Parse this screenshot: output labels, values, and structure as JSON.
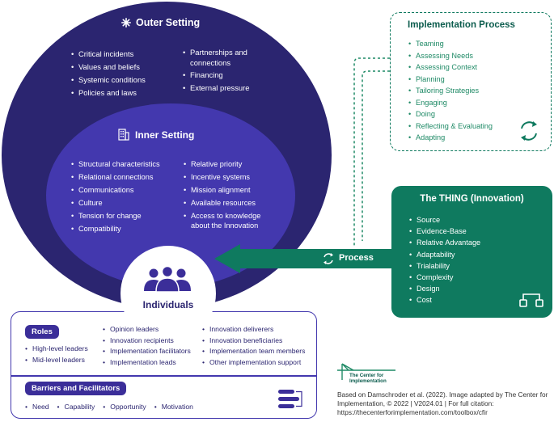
{
  "outer_setting": {
    "title": "Outer Setting",
    "col1": [
      "Critical incidents",
      "Values and beliefs",
      "Systemic conditions",
      "Policies and laws"
    ],
    "col2": [
      "Partnerships and connections",
      "Financing",
      "External pressure"
    ]
  },
  "inner_setting": {
    "title": "Inner Setting",
    "col1": [
      "Structural characteristics",
      "Relational connections",
      "Communications",
      "Culture",
      "Tension for change",
      "Compatibility"
    ],
    "col2": [
      "Relative priority",
      "Incentive systems",
      "Mission alignment",
      "Available resources",
      "Access to knowledge about the Innovation"
    ]
  },
  "individuals": {
    "title": "Individuals",
    "roles_label": "Roles",
    "roles_col1": [
      "High-level leaders",
      "Mid-level leaders"
    ],
    "roles_col2": [
      "Opinion leaders",
      "Innovation recipients",
      "Implementation facilitators",
      "Implementation leads"
    ],
    "roles_col3": [
      "Innovation deliverers",
      "Innovation beneficiaries",
      "Implementation team members",
      "Other implementation support"
    ],
    "barriers_label": "Barriers and Facilitators",
    "barriers": [
      "Need",
      "Capability",
      "Opportunity",
      "Motivation"
    ]
  },
  "implementation_process": {
    "title": "Implementation Process",
    "items": [
      "Teaming",
      "Assessing Needs",
      "Assessing Context",
      "Planning",
      "Tailoring Strategies",
      "Engaging",
      "Doing",
      "Reflecting & Evaluating",
      "Adapting"
    ]
  },
  "innovation": {
    "title": "The THING (Innovation)",
    "items": [
      "Source",
      "Evidence-Base",
      "Relative Advantage",
      "Adaptability",
      "Trialability",
      "Complexity",
      "Design",
      "Cost"
    ]
  },
  "process_arrow": {
    "label": "Process"
  },
  "logo": {
    "line1": "The Center for",
    "line2": "Implementation"
  },
  "citation": "Based on Damschroder et al. (2022). Image adapted by The Center for Implementation, © 2022 | V2024.01 | For full citation: https://thecenterforimplementation.com/toolbox/cfir",
  "colors": {
    "outer": "#2b2570",
    "inner": "#4338ae",
    "green": "#0f7a5f",
    "green_text": "#1f8a66"
  },
  "icons": [
    "sparkle-icon",
    "building-icon",
    "people-icon",
    "cycle-icon",
    "flowchart-icon",
    "sliders-icon",
    "bridge-logo"
  ]
}
